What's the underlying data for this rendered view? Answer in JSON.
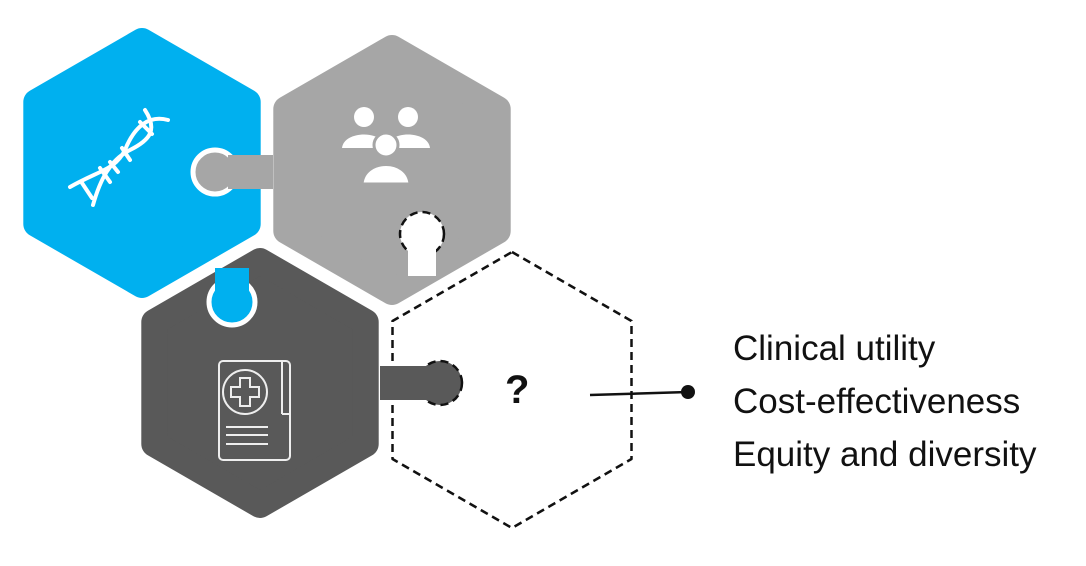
{
  "pieces": [
    {
      "name": "genomics",
      "icon": "dna-icon",
      "color": "#00b0ef"
    },
    {
      "name": "population",
      "icon": "people-group-icon",
      "color": "#a6a6a6"
    },
    {
      "name": "clinical",
      "icon": "medical-record-icon",
      "color": "#595959"
    },
    {
      "name": "unknown",
      "icon": "question-mark",
      "label": "?"
    }
  ],
  "criteria": [
    "Clinical utility",
    "Cost-effectiveness",
    "Equity and diversity"
  ]
}
